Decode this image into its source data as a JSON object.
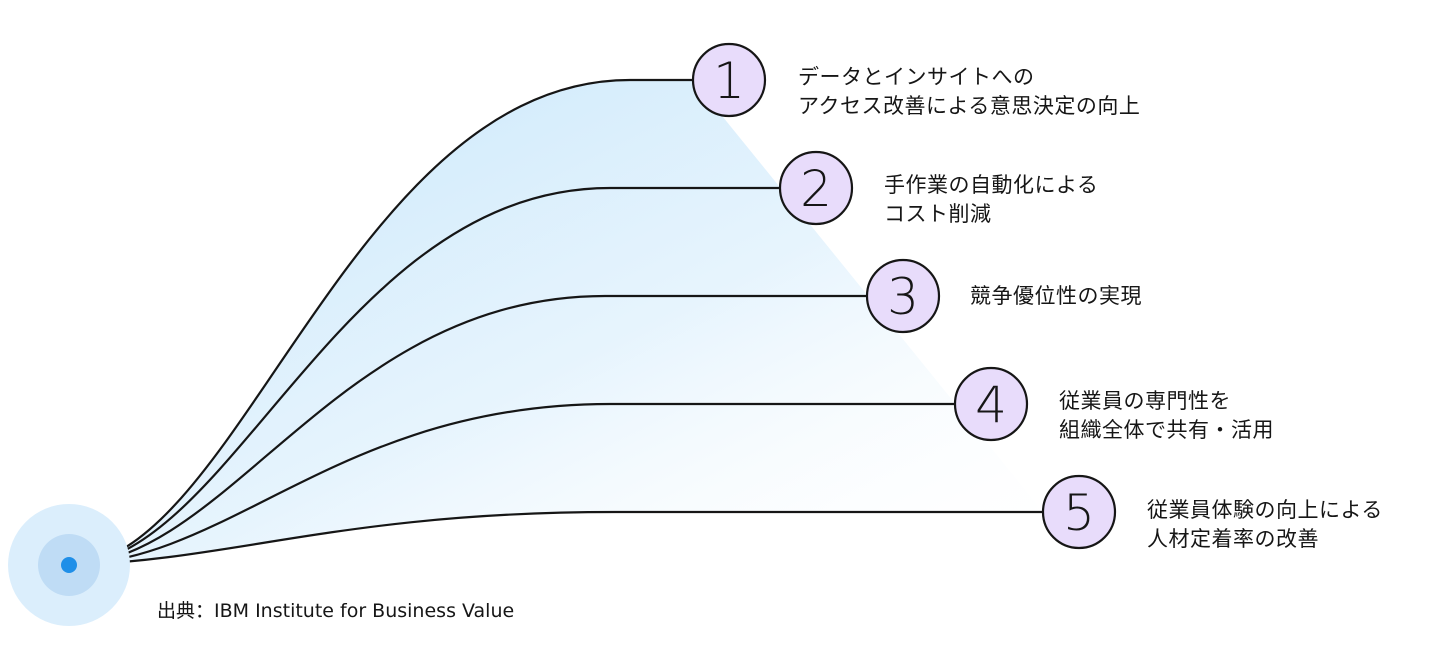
{
  "items": [
    {
      "number": "1",
      "line1": "データとインサイトへの",
      "line2": "アクセス改善による意思決定の向上"
    },
    {
      "number": "2",
      "line1": "手作業の自動化による",
      "line2": "コスト削減"
    },
    {
      "number": "3",
      "line1": "競争優位性の実現",
      "line2": ""
    },
    {
      "number": "4",
      "line1": "従業員の専門性を",
      "line2": "組織全体で共有・活用"
    },
    {
      "number": "5",
      "line1": "従業員体験の向上による",
      "line2": "人材定着率の改善"
    }
  ],
  "source": "出典：IBM Institute for Business Value",
  "colors": {
    "circle_fill": "#e8dcfb",
    "origin_dot": "#1f8fe8",
    "origin_halo": "#dbeefc",
    "gradient": "#cde9fb",
    "line": "#161616"
  }
}
